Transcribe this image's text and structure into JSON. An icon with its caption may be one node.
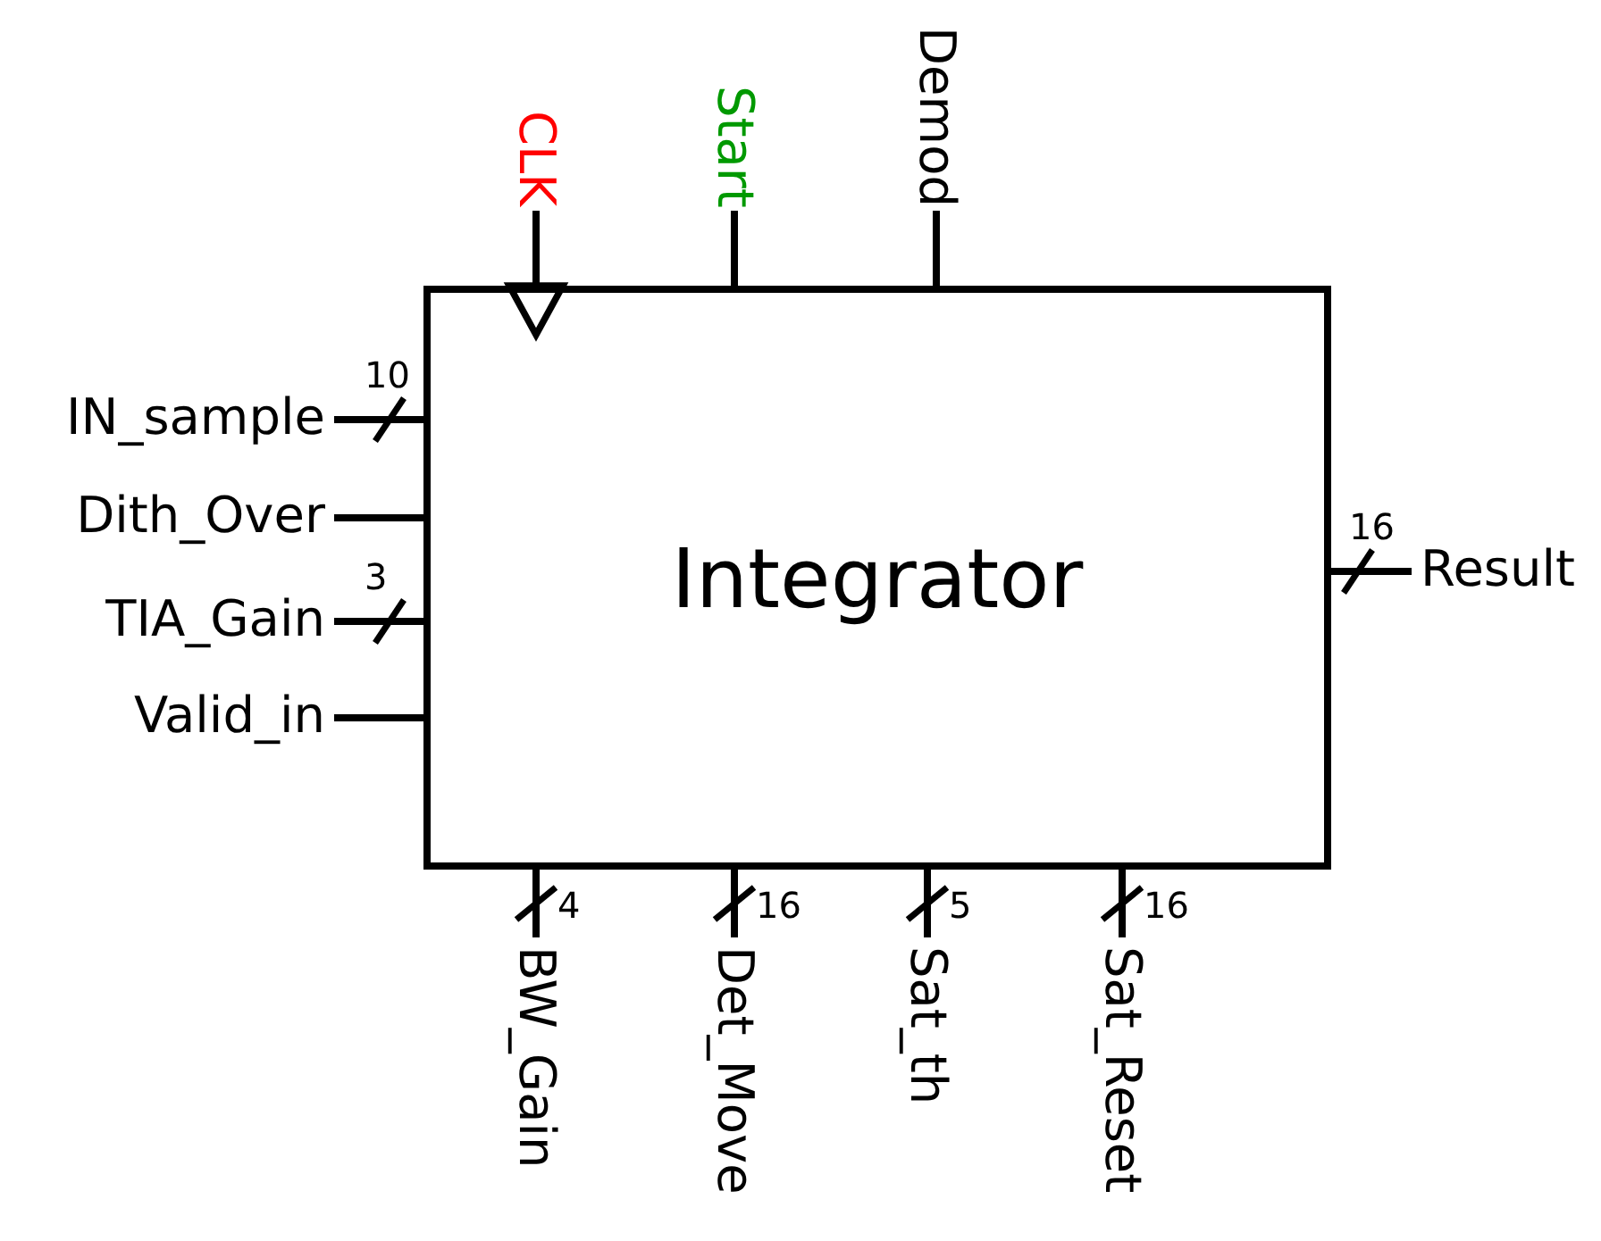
{
  "diagram": {
    "nodes": [
      {
        "text": [
          "CLK"
        ]
      },
      {
        "text": [
          "Start"
        ]
      },
      {
        "text": [
          "Demod"
        ]
      },
      {
        "text": [
          "IN_sample"
        ]
      },
      {
        "text": [
          "Dith_Over"
        ]
      },
      {
        "text": [
          "TIA_Gain"
        ]
      },
      {
        "text": [
          "Valid_in"
        ]
      },
      {
        "text": [
          "Integrator"
        ]
      },
      {
        "text": [
          "Result"
        ]
      },
      {
        "text": [
          "BW_Gain"
        ]
      },
      {
        "text": [
          "Det_Move"
        ]
      },
      {
        "text": [
          "Sat_th"
        ]
      },
      {
        "text": [
          "Sat_Reset"
        ]
      }
    ],
    "edges": [
      {
        "from": 0,
        "to": 7,
        "arrow": "to"
      },
      {
        "from": 1,
        "to": 7,
        "arrow": "none"
      },
      {
        "from": 2,
        "to": 7,
        "arrow": "none"
      },
      {
        "from": 3,
        "to": 7,
        "arrow": "none",
        "label": "10"
      },
      {
        "from": 4,
        "to": 7,
        "arrow": "none"
      },
      {
        "from": 5,
        "to": 7,
        "arrow": "none",
        "label": "3"
      },
      {
        "from": 6,
        "to": 7,
        "arrow": "none"
      },
      {
        "from": 7,
        "to": 8,
        "arrow": "none",
        "label": "16"
      },
      {
        "from": 9,
        "to": 7,
        "arrow": "none",
        "label": "4"
      },
      {
        "from": 10,
        "to": 7,
        "arrow": "none",
        "label": "16"
      },
      {
        "from": 11,
        "to": 7,
        "arrow": "none",
        "label": "5"
      },
      {
        "from": 12,
        "to": 7,
        "arrow": "none",
        "label": "16"
      }
    ]
  }
}
